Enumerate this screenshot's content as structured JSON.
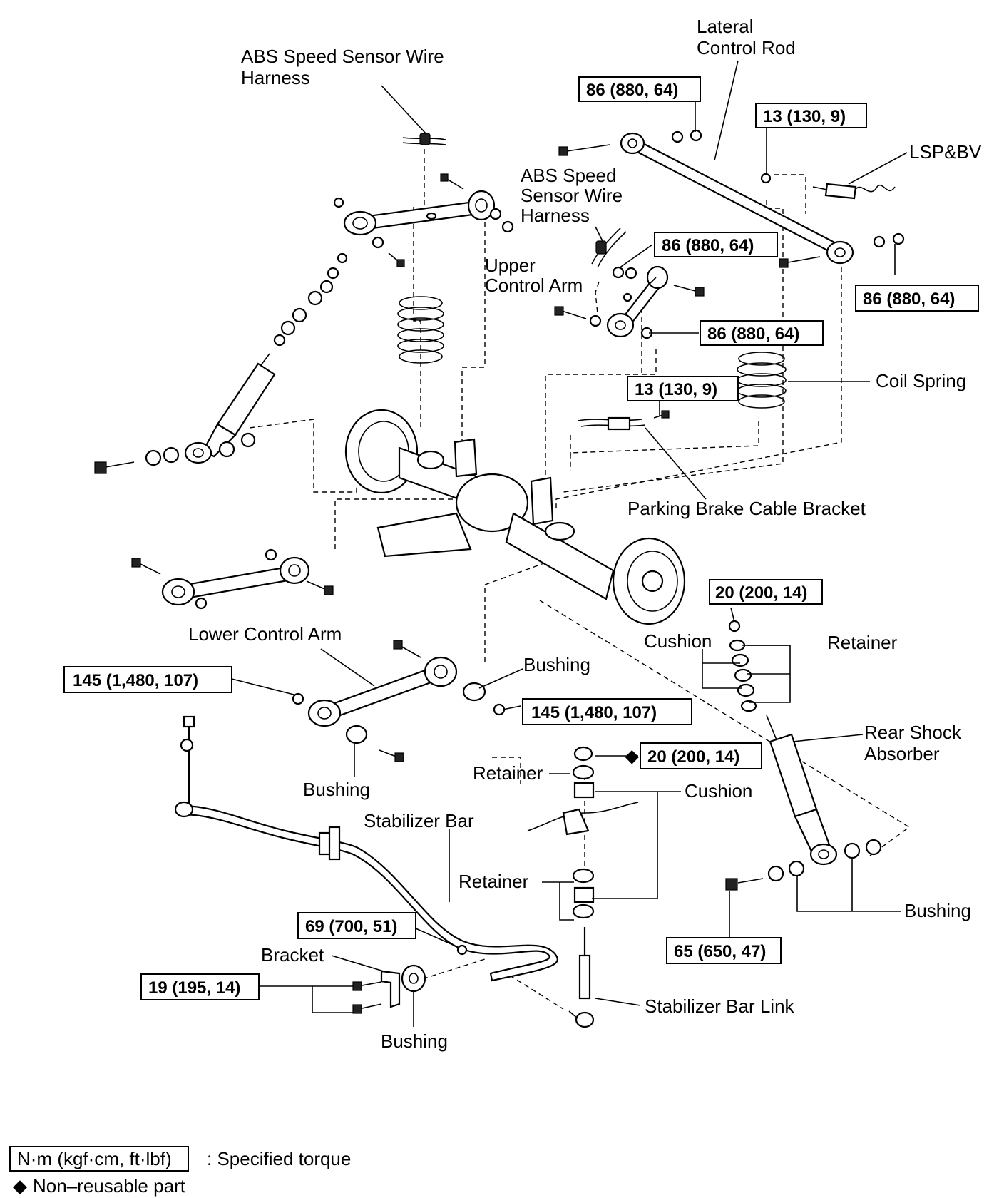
{
  "labels": {
    "abs_harness_top": [
      "ABS Speed Sensor Wire",
      "Harness"
    ],
    "lateral_rod": [
      "Lateral",
      "Control Rod"
    ],
    "lsp_bv": "LSP&BV",
    "abs_harness_mid": [
      "ABS Speed",
      "Sensor Wire",
      "Harness"
    ],
    "upper_arm": [
      "Upper",
      "Control Arm"
    ],
    "coil_spring": "Coil Spring",
    "parking_brake": "Parking Brake Cable Bracket",
    "lower_arm": "Lower Control Arm",
    "cushion_right": "Cushion",
    "retainer_right": "Retainer",
    "bushing_top": "Bushing",
    "rear_shock": [
      "Rear Shock",
      "Absorber"
    ],
    "bushing_lower_arm": "Bushing",
    "retainer_mid1": "Retainer",
    "cushion_mid": "Cushion",
    "stabilizer_bar": "Stabilizer Bar",
    "retainer_mid2": "Retainer",
    "bushing_shock": "Bushing",
    "bracket": "Bracket",
    "bushing_bottom": "Bushing",
    "stabilizer_link": "Stabilizer Bar Link"
  },
  "torques": {
    "lateral_left": "86 (880, 64)",
    "lsp": "13 (130, 9)",
    "upper_arm_top": "86 (880, 64)",
    "lateral_right": "86 (880, 64)",
    "upper_arm_bottom": "86 (880, 64)",
    "parking_bracket": "13 (130, 9)",
    "shock_top": "20 (200, 14)",
    "lower_arm_left": "145 (1,480, 107)",
    "lower_arm_right": "145 (1,480, 107)",
    "link_top": "20 (200, 14)",
    "shock_bottom": "65 (650, 47)",
    "stab_bracket_nut": "69 (700, 51)",
    "bracket_bolts": "19 (195, 14)"
  },
  "legend": {
    "unit_box": "N·m (kgf·cm, ft·lbf)",
    "unit_text": ": Specified torque",
    "nonreusable_symbol": "◆",
    "nonreusable_text": "Non–reusable part"
  }
}
